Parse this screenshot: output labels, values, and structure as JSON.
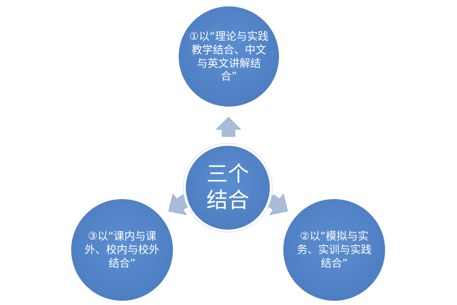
{
  "diagram": {
    "center": {
      "label": "三个\n结合"
    },
    "top": {
      "label": "①以“理论与实践教学结合、中文与英文讲解结合”"
    },
    "left": {
      "label": "③以“课内与课外、校内与校外结合”"
    },
    "right": {
      "label": "②以“模拟与实务、实训与实践结合”"
    }
  },
  "colors": {
    "circle_fill": "#4e7fc2",
    "arrow_fill": "#a9bcd9",
    "text": "#ffffff"
  }
}
